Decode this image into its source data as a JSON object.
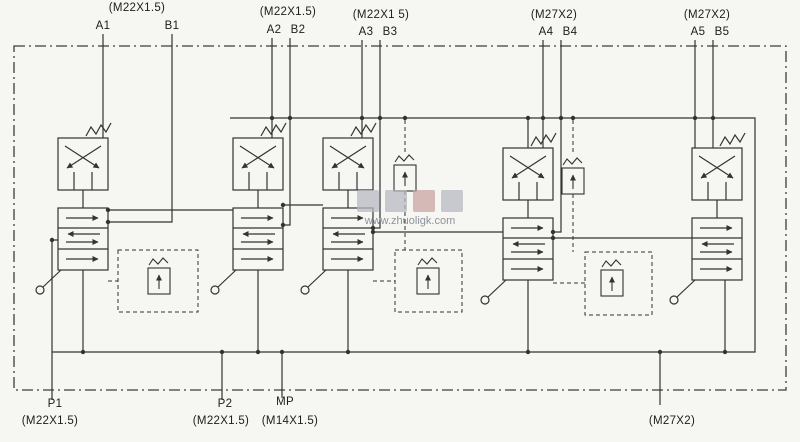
{
  "sections": [
    {
      "thread": "(M22X1.5)",
      "a": "A1",
      "b": "B1"
    },
    {
      "thread": "(M22X1.5)",
      "a": "A2",
      "b": "B2"
    },
    {
      "thread": "(M22X1 5)",
      "a": "A3",
      "b": "B3"
    },
    {
      "thread": "(M27X2)",
      "a": "A4",
      "b": "B4"
    },
    {
      "thread": "(M27X2)",
      "a": "A5",
      "b": "B5"
    }
  ],
  "bottom_ports": [
    {
      "name": "P1",
      "thread": "(M22X1.5)"
    },
    {
      "name": "P2",
      "thread": "(M22X1.5)"
    },
    {
      "name": "MP",
      "thread": "(M14X1.5)"
    },
    {
      "name": "",
      "thread": "(M27X2)"
    }
  ],
  "watermark": {
    "url": "www.zhuoligk.com"
  },
  "colors": {
    "line": "#333333",
    "paper": "#f6f6f2"
  }
}
